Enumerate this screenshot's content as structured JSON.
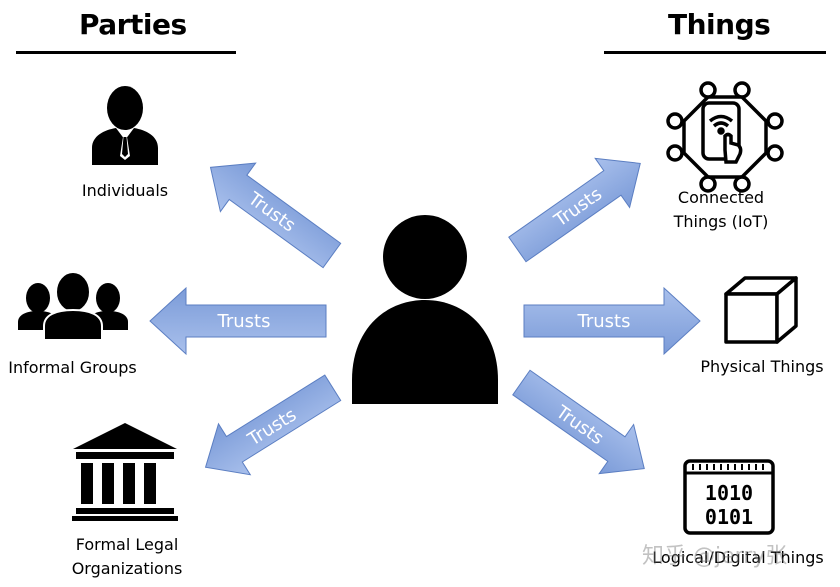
{
  "headers": {
    "parties": "Parties",
    "things": "Things"
  },
  "arrow_label": "Trusts",
  "parties": [
    {
      "id": "individuals",
      "label": "Individuals",
      "icon": "individual-person-icon"
    },
    {
      "id": "informal-groups",
      "label": "Informal Groups",
      "icon": "group-people-icon"
    },
    {
      "id": "formal-legal",
      "label_line1": "Formal Legal",
      "label_line2": "Organizations",
      "icon": "institution-building-icon"
    }
  ],
  "things": [
    {
      "id": "connected",
      "label_line1": "Connected",
      "label_line2": "Things (IoT)",
      "icon": "iot-phone-network-icon"
    },
    {
      "id": "physical",
      "label": "Physical Things",
      "icon": "cube-icon"
    },
    {
      "id": "logical",
      "label": "Logical/Digital Things",
      "icon": "binary-code-icon"
    }
  ],
  "binary_lines": [
    "1010",
    "0101"
  ],
  "watermark": "知乎 @jerry张",
  "colors": {
    "arrow_fill": "#8aa8e0",
    "arrow_stroke": "#5b7ec2",
    "icon": "#000000"
  }
}
